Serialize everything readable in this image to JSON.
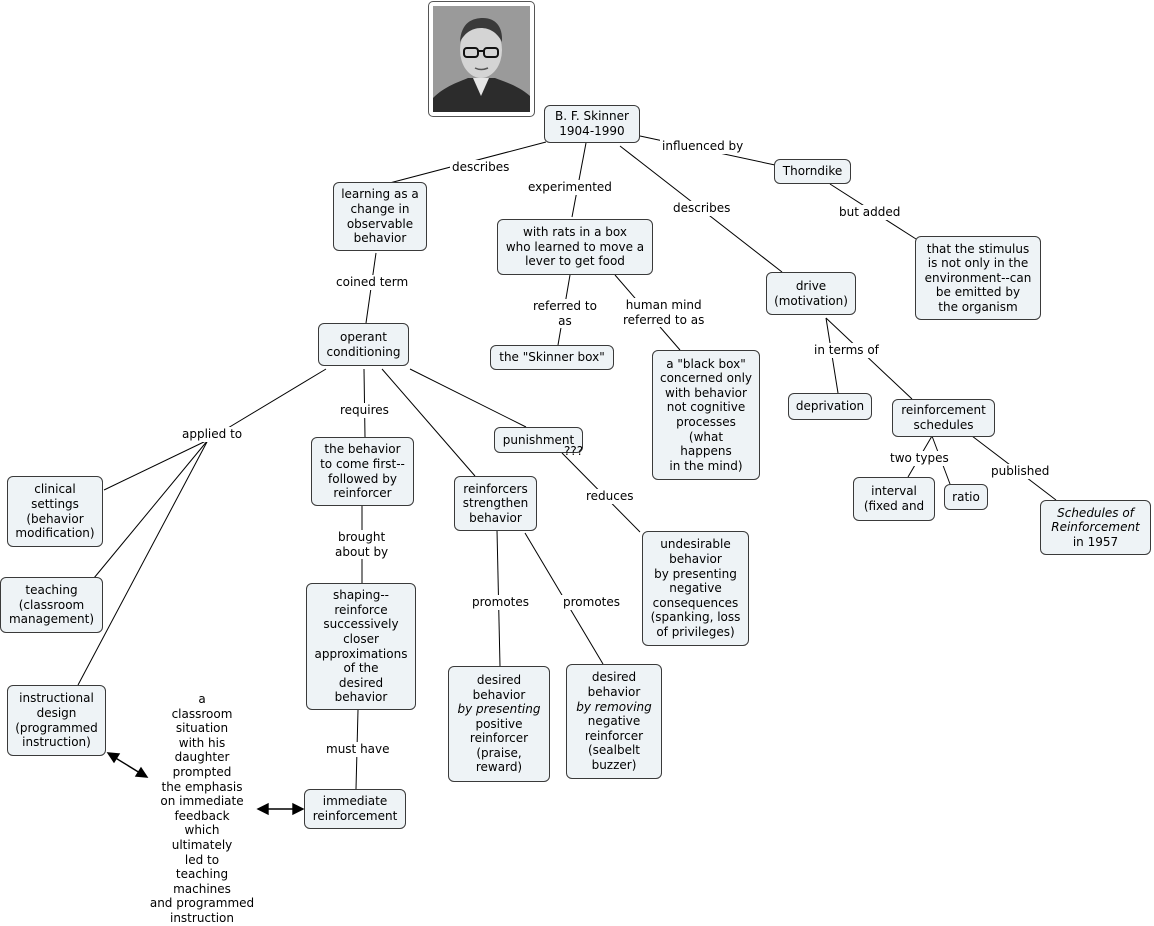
{
  "photo": {
    "icon": "portrait-photo",
    "subject": "B. F. Skinner"
  },
  "nodes": {
    "skinner": "B. F. Skinner\n1904-1990",
    "thorndike": "Thorndike",
    "stimulus": "that the stimulus\nis not only in the\nenvironment--can\nbe emitted by\nthe organism",
    "learning": "learning as a\nchange in\nobservable\nbehavior",
    "rats": "with rats in a box\nwho learned to move a\nlever to get food",
    "drive": "drive\n(motivation)",
    "operant": "operant\nconditioning",
    "skinner_box": "the \"Skinner box\"",
    "black_box": "a \"black box\"\nconcerned only\nwith behavior\nnot cognitive\nprocesses\n(what\nhappens\nin the mind)",
    "deprivation": "deprivation",
    "schedules": "reinforcement\nschedules",
    "punishment": "punishment",
    "behavior_first": "the behavior\nto come first--\nfollowed by\nreinforcer",
    "reinforcers": "reinforcers\nstrengthen\nbehavior",
    "clinical": "clinical\nsettings\n(behavior\nmodification)",
    "interval": "interval\n(fixed and",
    "ratio": "ratio",
    "schedules_book_title": "Schedules of\nReinforcement",
    "schedules_book_year": "in 1957",
    "undesirable": "undesirable\nbehavior\nby presenting\nnegative\nconsequences\n(spanking, loss\nof privileges)",
    "teaching": "teaching\n(classroom\nmanagement)",
    "shaping": "shaping--\nreinforce\nsuccessively\ncloser\napproximations\nof the\ndesired\nbehavior",
    "desired_pos_a": "desired\nbehavior",
    "desired_pos_em": "by presenting",
    "desired_pos_b": "positive\nreinforcer\n(praise,\nreward)",
    "desired_neg_a": "desired\nbehavior",
    "desired_neg_em": "by removing",
    "desired_neg_b": "negative\nreinforcer\n(sealbelt\nbuzzer)",
    "instructional": "instructional\ndesign\n(programmed\ninstruction)",
    "immediate": "immediate\nreinforcement"
  },
  "link_labels": {
    "describes_1": "describes",
    "experimented": "experimented",
    "influenced_by": "influenced by",
    "describes_2": "describes",
    "but_added": "but added",
    "coined_term": "coined term",
    "referred_to_as": "referred to\nas",
    "human_mind": "human mind\nreferred to as",
    "in_terms_of": "in terms of",
    "applied_to": "applied to",
    "requires": "requires",
    "question": "???",
    "reduces": "reduces",
    "two_types": "two types",
    "published": "published",
    "brought_about_by": "brought\nabout by",
    "promotes_1": "promotes",
    "promotes_2": "promotes",
    "must_have": "must have"
  },
  "annotation": "a\nclassroom\nsituation\nwith his\ndaughter\nprompted\nthe emphasis\non immediate\nfeedback\nwhich\nultimately\nled to\nteaching\nmachines\nand programmed\ninstruction"
}
